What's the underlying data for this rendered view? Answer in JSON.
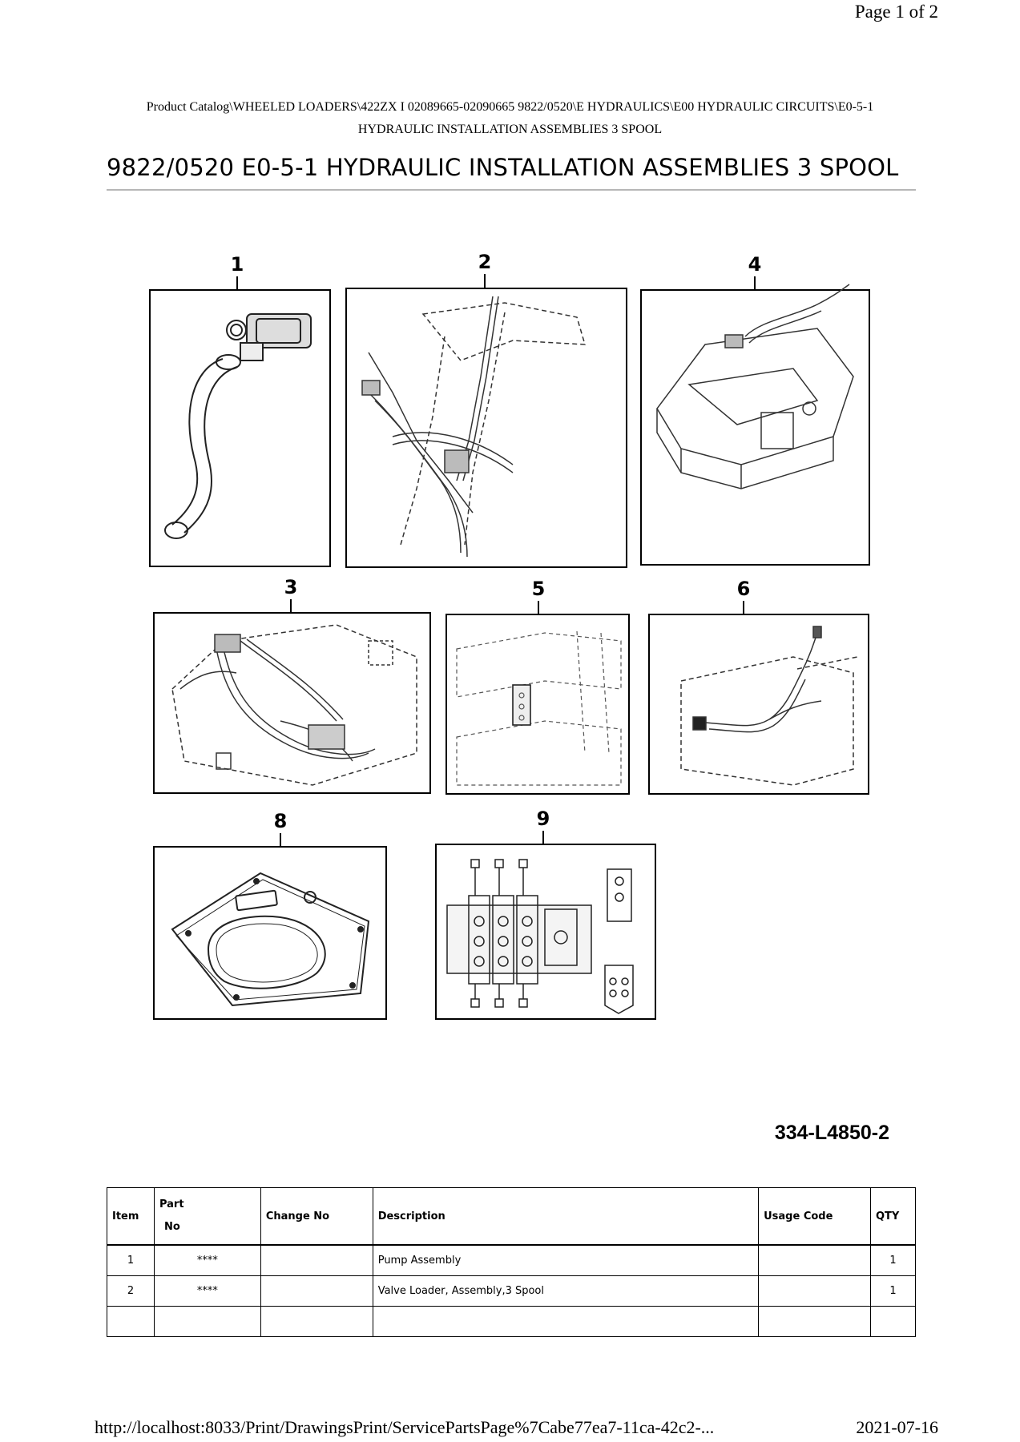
{
  "header": {
    "page_number": "Page 1 of 2",
    "breadcrumb_line1": "Product Catalog\\WHEELED LOADERS\\422ZX I 02089665-02090665 9822/0520\\E HYDRAULICS\\E00 HYDRAULIC CIRCUITS\\E0-5-1",
    "breadcrumb_line2": "HYDRAULIC INSTALLATION ASSEMBLIES 3 SPOOL",
    "title": "9822/0520 E0-5-1 HYDRAULIC INSTALLATION ASSEMBLIES 3 SPOOL"
  },
  "drawing": {
    "callouts": [
      "1",
      "2",
      "4",
      "3",
      "5",
      "6",
      "8",
      "9"
    ],
    "drawing_id": "334-L4850-2"
  },
  "table": {
    "headers": {
      "item": "Item",
      "part_no_line1": "Part",
      "part_no_line2": "No",
      "change_no": "Change No",
      "description": "Description",
      "usage_code": "Usage Code",
      "qty": "QTY"
    },
    "rows": [
      {
        "item": "1",
        "part_no": "****",
        "change_no": "",
        "description": "Pump Assembly",
        "usage_code": "",
        "qty": "1"
      },
      {
        "item": "2",
        "part_no": "****",
        "change_no": "",
        "description": "Valve Loader, Assembly,3 Spool",
        "usage_code": "",
        "qty": "1"
      }
    ]
  },
  "footer": {
    "url": "http://localhost:8033/Print/DrawingsPrint/ServicePartsPage%7Cabe77ea7-11ca-42c2-...",
    "date": "2021-07-16"
  }
}
